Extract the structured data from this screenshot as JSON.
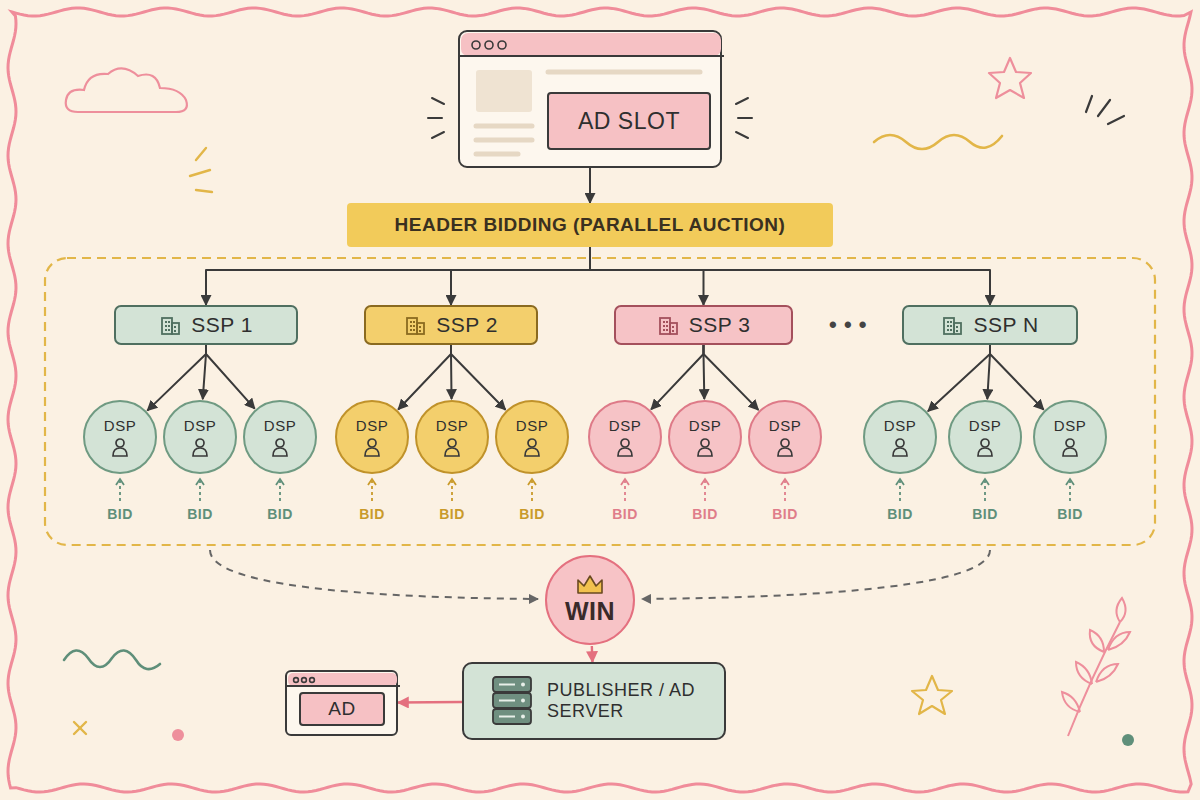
{
  "diagram": {
    "nodes": [
      {
        "text": [
          "AD SLOT"
        ]
      },
      {
        "text": [
          "HEADER BIDDING (PARALLEL AUCTION)"
        ]
      },
      {
        "text": [
          "SSP 1"
        ]
      },
      {
        "text": [
          "DSP"
        ]
      },
      {
        "text": [
          "DSP"
        ]
      },
      {
        "text": [
          "DSP"
        ]
      },
      {
        "text": [
          "SSP 2"
        ]
      },
      {
        "text": [
          "DSP"
        ]
      },
      {
        "text": [
          "DSP"
        ]
      },
      {
        "text": [
          "DSP"
        ]
      },
      {
        "text": [
          "SSP 3"
        ]
      },
      {
        "text": [
          "DSP"
        ]
      },
      {
        "text": [
          "DSP"
        ]
      },
      {
        "text": [
          "DSP"
        ]
      },
      {
        "text": [
          "SSP N"
        ]
      },
      {
        "text": [
          "DSP"
        ]
      },
      {
        "text": [
          "DSP"
        ]
      },
      {
        "text": [
          "DSP"
        ]
      },
      {
        "text": [
          "WIN"
        ]
      },
      {
        "text": [
          "PUBLISHER / AD SERVER"
        ]
      },
      {
        "text": [
          "AD"
        ]
      }
    ],
    "edges": [
      {
        "from": 0,
        "to": 1,
        "arrow": "to"
      },
      {
        "from": 1,
        "to": 2,
        "arrow": "to"
      },
      {
        "from": 1,
        "to": 6,
        "arrow": "to"
      },
      {
        "from": 1,
        "to": 10,
        "arrow": "to"
      },
      {
        "from": 1,
        "to": 14,
        "arrow": "to"
      },
      {
        "from": 2,
        "to": 3,
        "arrow": "to"
      },
      {
        "from": 2,
        "to": 4,
        "arrow": "to"
      },
      {
        "from": 2,
        "to": 5,
        "arrow": "to"
      },
      {
        "from": 6,
        "to": 7,
        "arrow": "to"
      },
      {
        "from": 6,
        "to": 8,
        "arrow": "to"
      },
      {
        "from": 6,
        "to": 9,
        "arrow": "to"
      },
      {
        "from": 10,
        "to": 11,
        "arrow": "to"
      },
      {
        "from": 10,
        "to": 12,
        "arrow": "to"
      },
      {
        "from": 10,
        "to": 13,
        "arrow": "to"
      },
      {
        "from": 14,
        "to": 15,
        "arrow": "to"
      },
      {
        "from": 14,
        "to": 16,
        "arrow": "to"
      },
      {
        "from": 14,
        "to": 17,
        "arrow": "to"
      },
      {
        "from": 18,
        "to": 19,
        "arrow": "to"
      },
      {
        "from": 19,
        "to": 20,
        "arrow": "to"
      }
    ],
    "labels": [
      "• • •",
      "BID",
      "BID",
      "BID",
      "BID",
      "BID",
      "BID",
      "BID",
      "BID",
      "BID",
      "BID",
      "BID",
      "BID"
    ]
  }
}
